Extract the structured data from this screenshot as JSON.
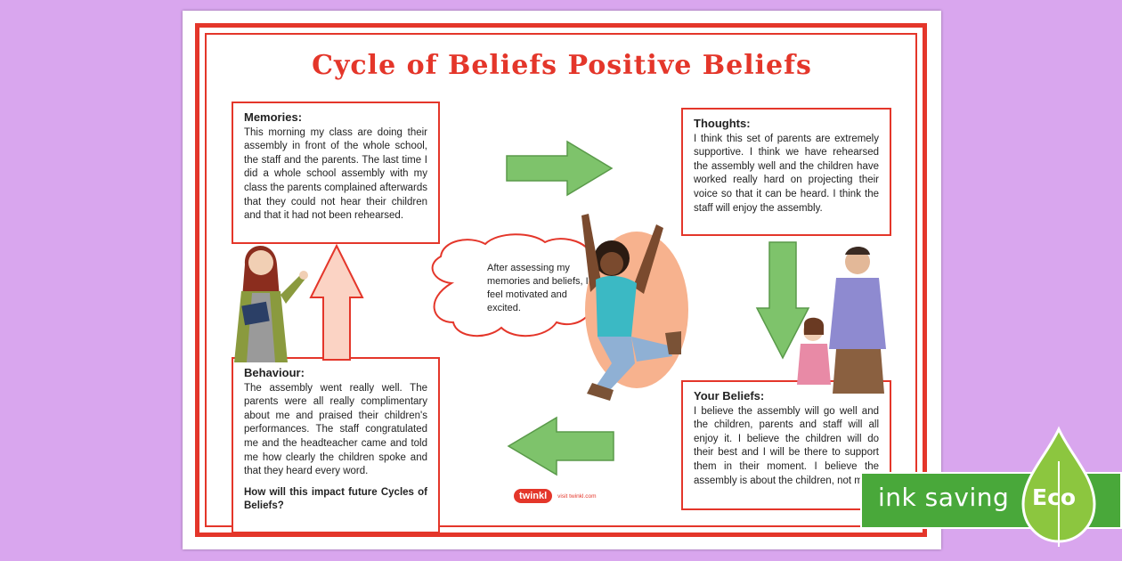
{
  "title": "Cycle of Beliefs Positive Beliefs",
  "memories": {
    "heading": "Memories:",
    "text": "This morning my class are doing their assembly in front of the whole school, the staff and the parents. The last time I did a whole school assembly with my class the parents complained afterwards that they could not hear their children and that it had not been rehearsed."
  },
  "thoughts": {
    "heading": "Thoughts:",
    "text": "I think this set of parents are extremely supportive. I think we have rehearsed the assembly well and the children have worked really hard on projecting their voice so that it can be heard. I think the staff will enjoy the assembly."
  },
  "beliefs": {
    "heading": "Your Beliefs:",
    "text": "I believe the assembly will go well and the children, parents and staff will all enjoy it. I believe the children will do their best and I will be there to support them in their moment. I believe the assembly is about the children, not me."
  },
  "behaviour": {
    "heading": "Behaviour:",
    "text": "The assembly went really well. The parents were all really complimentary about me and praised their children's performances. The staff congratulated me and the headteacher came and told me how clearly the children spoke and that they heard every word.",
    "question": "How will this impact future Cycles of Beliefs?"
  },
  "cloud_text": "After assessing my memories and beliefs, I feel motivated and excited.",
  "logo": {
    "brand": "twinkl",
    "url": "visit twinkl.com"
  },
  "eco_badge": {
    "text": "ink saving",
    "label": "Eco"
  },
  "colors": {
    "accent": "#e4362a",
    "arrow": "#7ec36b",
    "background": "#d9a6ee",
    "eco": "#49a83a"
  },
  "icons": [
    "arrow-right-icon",
    "arrow-down-icon",
    "arrow-left-icon",
    "arrow-up-icon",
    "thought-cloud-icon",
    "leaf-drop-icon"
  ]
}
